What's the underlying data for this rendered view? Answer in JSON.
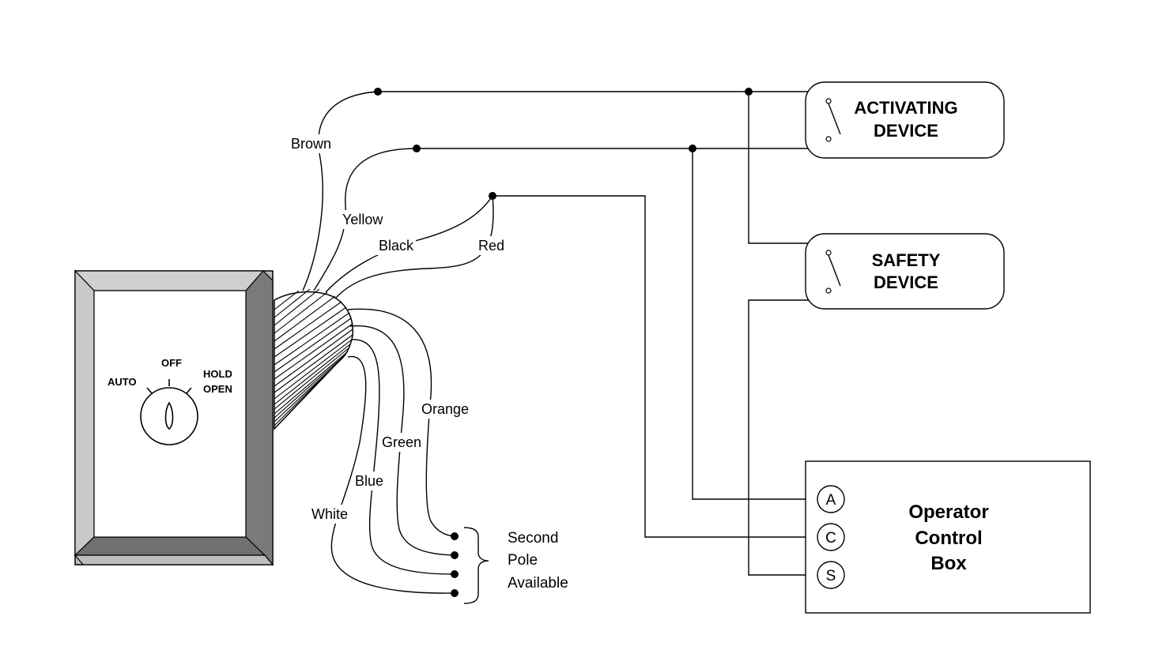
{
  "switch": {
    "positions": {
      "auto": "AUTO",
      "off": "OFF",
      "hold_line1": "HOLD",
      "hold_line2": "OPEN"
    }
  },
  "wires": {
    "brown": "Brown",
    "yellow": "Yellow",
    "black": "Black",
    "red": "Red",
    "orange": "Orange",
    "green": "Green",
    "blue": "Blue",
    "white": "White"
  },
  "second_pole": {
    "line1": "Second",
    "line2": "Pole",
    "line3": "Available"
  },
  "activating_device": {
    "line1": "ACTIVATING",
    "line2": "DEVICE"
  },
  "safety_device": {
    "line1": "SAFETY",
    "line2": "DEVICE"
  },
  "control_box": {
    "line1": "Operator",
    "line2": "Control",
    "line3": "Box",
    "terminals": {
      "a": "A",
      "c": "C",
      "s": "S"
    }
  }
}
